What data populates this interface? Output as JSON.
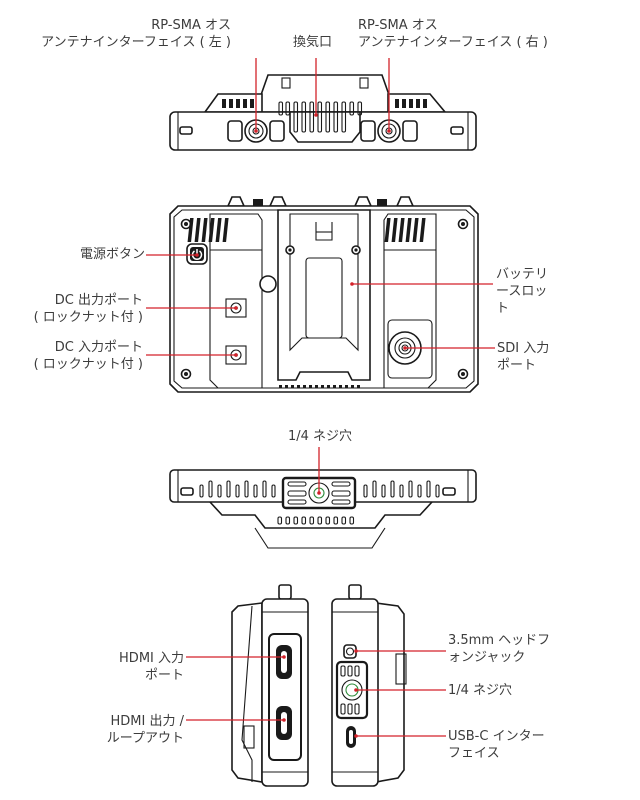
{
  "diagram": {
    "leader_color": "#d3222a",
    "views": {
      "top": {
        "callouts": [
          {
            "id": "rp-sma-left",
            "lines": [
              "RP-SMA オス",
              "アンテナインターフェイス ( 左 )"
            ]
          },
          {
            "id": "vent",
            "lines": [
              "換気口"
            ]
          },
          {
            "id": "rp-sma-right",
            "lines": [
              "RP-SMA オス",
              "アンテナインターフェイス ( 右 )"
            ]
          }
        ]
      },
      "back": {
        "callouts": [
          {
            "id": "power-button",
            "lines": [
              "電源ボタン"
            ]
          },
          {
            "id": "dc-out",
            "lines": [
              "DC 出力ポート",
              "( ロックナット付 )"
            ]
          },
          {
            "id": "dc-in",
            "lines": [
              "DC 入力ポート",
              "( ロックナット付 )"
            ]
          },
          {
            "id": "battery-slot",
            "lines": [
              "バッテリ",
              "ースロッ",
              "ト"
            ]
          },
          {
            "id": "sdi-in",
            "lines": [
              "SDI 入力",
              "ポート"
            ]
          }
        ],
        "power_icon": "power-icon"
      },
      "bottom": {
        "callouts": [
          {
            "id": "screw-hole-bottom",
            "lines": [
              "1/4 ネジ穴"
            ]
          }
        ]
      },
      "sides": {
        "callouts": [
          {
            "id": "hdmi-in",
            "lines": [
              "HDMI 入力",
              "ポート"
            ]
          },
          {
            "id": "hdmi-out",
            "lines": [
              "HDMI 出力 /",
              "ループアウト"
            ]
          },
          {
            "id": "headphone",
            "lines": [
              "3.5mm ヘッドフ",
              "ォンジャック"
            ]
          },
          {
            "id": "screw-hole-side",
            "lines": [
              "1/4 ネジ穴"
            ]
          },
          {
            "id": "usb-c",
            "lines": [
              "USB-C インター",
              "フェイス"
            ]
          }
        ]
      }
    }
  }
}
